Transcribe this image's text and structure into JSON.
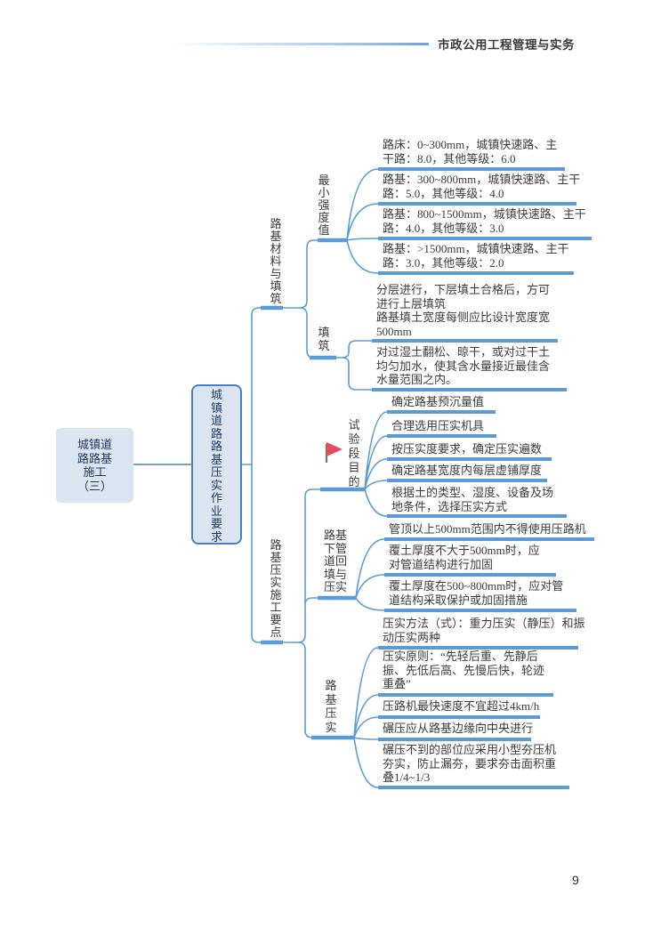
{
  "header": {
    "title": "市政公用工程管理与实务"
  },
  "page_number": "9",
  "colors": {
    "accent_blue": "#5b9bd5",
    "node_border": "#4a80c2",
    "node_fill": "#dbe5f1",
    "root_connector": "#7d9dc9",
    "body_text": "#3c3c3c",
    "node_text": "#1e3a5f",
    "flag_red": "#e34b5f",
    "flag_pole": "#8c7153"
  },
  "map": {
    "root": {
      "label": "城镇道\n路路基\n施工\n（三）"
    },
    "topic": {
      "label": "城镇道路路基压实作业要求"
    },
    "branches": [
      {
        "label": "路基材料与填筑",
        "children": [
          {
            "label": "最小强度值",
            "leaves": [
              "路床：0~300mm，城镇快速路、主干路：8.0，其他等级：6.0",
              "路基：300~800mm，城镇快速路、主干路：5.0，其他等级：4.0",
              "路基：800~1500mm，城镇快速路、主干路：4.0，其他等级：3.0",
              "路基：>1500mm，城镇快速路、主干路：3.0，其他等级：2.0"
            ]
          },
          {
            "label": "填筑",
            "leaves": [
              "分层进行，下层填土合格后，方可进行上层填筑\n路基填土宽度每侧应比设计宽度宽500mm",
              "对过湿土翻松、晾干，或对过干土均匀加水，使其含水量接近最佳含水量范围之内。"
            ]
          }
        ]
      },
      {
        "label": "路基压实施工要点",
        "children": [
          {
            "label": "试验段目的",
            "icon": "red-flag-icon",
            "leaves": [
              "确定路基预沉量值",
              "合理选用压实机具",
              "按压实度要求，确定压实遍数",
              "确定路基宽度内每层虚铺厚度",
              "根据土的类型、湿度、设备及场地条件，选择压实方式"
            ]
          },
          {
            "label": "路基下管道回填与压实",
            "leaves": [
              "管顶以上500mm范围内不得使用压路机",
              "覆土厚度不大于500mm时，应对管道结构进行加固",
              "覆土厚度在500~800mm时，应对管道结构采取保护或加固措施"
            ]
          },
          {
            "label": "路基压实",
            "leaves": [
              "压实方法（式）：重力压实（静压）和振动压实两种",
              "压实原则：“先轻后重、先静后振、先低后高、先慢后快，轮迹重叠”",
              "压路机最快速度不宜超过4km/h",
              "碾压应从路基边缘向中央进行",
              "碾压不到的部位应采用小型夯压机夯实，防止漏夯，要求夯击面积重叠1/4~1/3"
            ]
          }
        ]
      }
    ]
  }
}
